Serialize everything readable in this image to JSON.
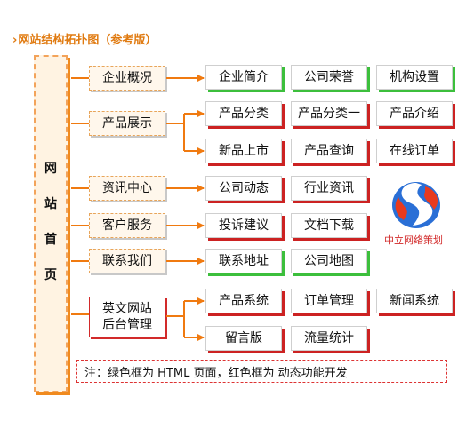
{
  "title": "网站结构拓扑图（参考版）",
  "home": [
    "网",
    "站",
    "首",
    "页"
  ],
  "categories": {
    "about": "企业概况",
    "products": "产品展示",
    "news": "资讯中心",
    "service": "客户服务",
    "contact": "联系我们",
    "admin": [
      "英文网站",
      "后台管理"
    ]
  },
  "pages": {
    "intro": "企业简介",
    "honor": "公司荣誉",
    "org": "机构设置",
    "cat": "产品分类",
    "cat1": "产品分类一",
    "pintro": "产品介绍",
    "newprod": "新品上市",
    "query": "产品查询",
    "order": "在线订单",
    "company_news": "公司动态",
    "industry": "行业资讯",
    "complaint": "投诉建议",
    "docs": "文档下载",
    "address": "联系地址",
    "map": "公司地图",
    "psys": "产品系统",
    "ordermgr": "订单管理",
    "newssys": "新闻系统",
    "guestbook": "留言版",
    "traffic": "流量统计"
  },
  "logo": {
    "text": "中立网络策划",
    "colors": [
      "#2a6fd6",
      "#e83a1e"
    ]
  },
  "note": "注：绿色框为 HTML 页面，红色框为 动态功能开发",
  "colors": {
    "accent": "#f07a10",
    "green_frame": "#3cbf3c",
    "red_frame": "#cc2222"
  }
}
